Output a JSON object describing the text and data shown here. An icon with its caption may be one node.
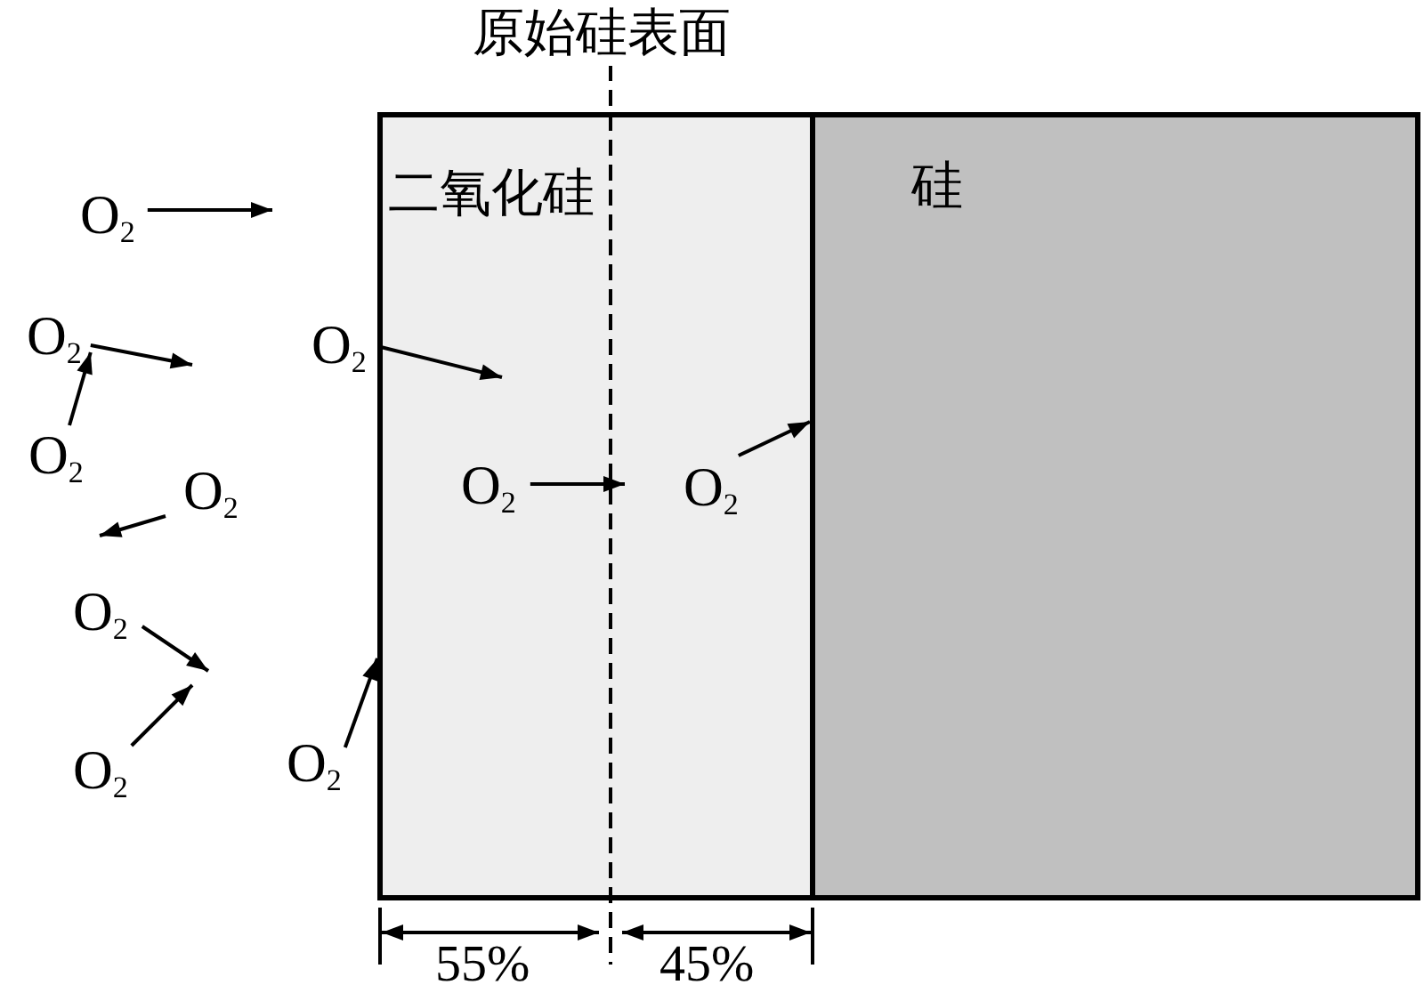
{
  "diagram": {
    "nodes": [
      {
        "text": [
          "O$_{2}$"
        ]
      },
      {
        "text": [
          "O$_{2}$"
        ]
      },
      {
        "text": [
          "O$_{2}$"
        ]
      },
      {
        "text": [
          "O$_{2}$"
        ]
      },
      {
        "text": [
          "O$_{2}$"
        ]
      },
      {
        "text": [
          "O$_{2}$"
        ]
      },
      {
        "text": [
          "O$_{2}$"
        ]
      },
      {
        "text": [
          "O$_{2}$"
        ]
      },
      {
        "text": [
          "二氧化硅"
        ]
      },
      {
        "text": [
          "O$_{2}$"
        ],
        "in": 8
      },
      {
        "text": [
          "O$_{2}$"
        ],
        "in": 8
      },
      {
        "text": [
          "硅"
        ]
      },
      {
        "text": [
          "原始硅表面"
        ]
      }
    ],
    "edges": [
      {
        "from": 0,
        "to": null,
        "arrow": "to"
      },
      {
        "from": 3,
        "to": 1,
        "arrow": "to"
      },
      {
        "from": 1,
        "to": null,
        "arrow": "to"
      },
      {
        "from": 2,
        "to": null,
        "arrow": "to"
      },
      {
        "from": 4,
        "to": 3,
        "arrow": "to"
      },
      {
        "from": 5,
        "to": null,
        "arrow": "to"
      },
      {
        "from": 6,
        "to": null,
        "arrow": "to"
      },
      {
        "from": 7,
        "to": 8,
        "arrow": "to"
      },
      {
        "from": 9,
        "to": 10,
        "arrow": "to"
      },
      {
        "from": 10,
        "to": 11,
        "arrow": "to"
      },
      {
        "from": 12,
        "to": null,
        "arrow": "none",
        "style": "dashed"
      }
    ],
    "labels": [
      "55%",
      "45%"
    ]
  }
}
